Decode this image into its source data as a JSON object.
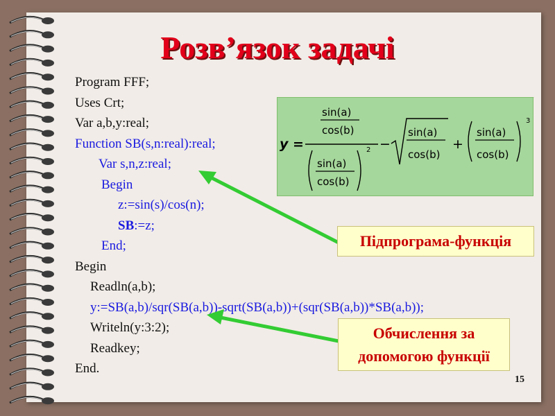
{
  "slide": {
    "title": "Розв’язок задачі",
    "page_number": "15",
    "code_lines": [
      {
        "text": "Program FFF;",
        "color": "#111111"
      },
      {
        "text": "Uses Crt;",
        "color": "#111111"
      },
      {
        "text": "Var a,b,y:real;",
        "color": "#111111"
      },
      {
        "text": "Function SB(s,n:real):real;",
        "color": "#1a1ae0"
      },
      {
        "text": "Var s,n,z:real;",
        "color": "#1a1ae0"
      },
      {
        "text": "Begin",
        "color": "#1a1ae0"
      },
      {
        "text": "z:=sin(s)/cos(n);",
        "color": "#1a1ae0"
      },
      {
        "pre": "SB",
        "text": ":=z;",
        "color": "#1a1ae0"
      },
      {
        "text": "End;",
        "color": "#1a1ae0"
      },
      {
        "text": "Begin",
        "color": "#111111"
      },
      {
        "text": "Readln(a,b);",
        "color": "#111111"
      },
      {
        "text": "y:=SB(a,b)/sqr(SB(a,b))-sqrt(SB(a,b))+(sqr(SB(a,b))*SB(a,b));",
        "color": "#1a1ae0"
      },
      {
        "text": "Writeln(y:3:2);",
        "color": "#111111"
      },
      {
        "text": "Readkey;",
        "color": "#111111"
      },
      {
        "text": "End.",
        "color": "#111111"
      }
    ],
    "formula": {
      "lhs": "y =",
      "sin_a": "sin(a)",
      "cos_b": "cos(b)",
      "exp_square": "2",
      "exp_cube": "3",
      "minus": "−",
      "plus": "+"
    },
    "callouts": {
      "subprogram": "Підпрограма-функція",
      "calc_line1": "Обчислення за",
      "calc_line2": "допомогою функції"
    },
    "colors": {
      "title": "#e2001a",
      "code_blue": "#1a1ae0",
      "code_black": "#111111",
      "arrow": "#33cc33",
      "formula_bg": "#a5d69b",
      "callout_bg": "#ffffcc",
      "callout_text": "#c80000"
    }
  }
}
